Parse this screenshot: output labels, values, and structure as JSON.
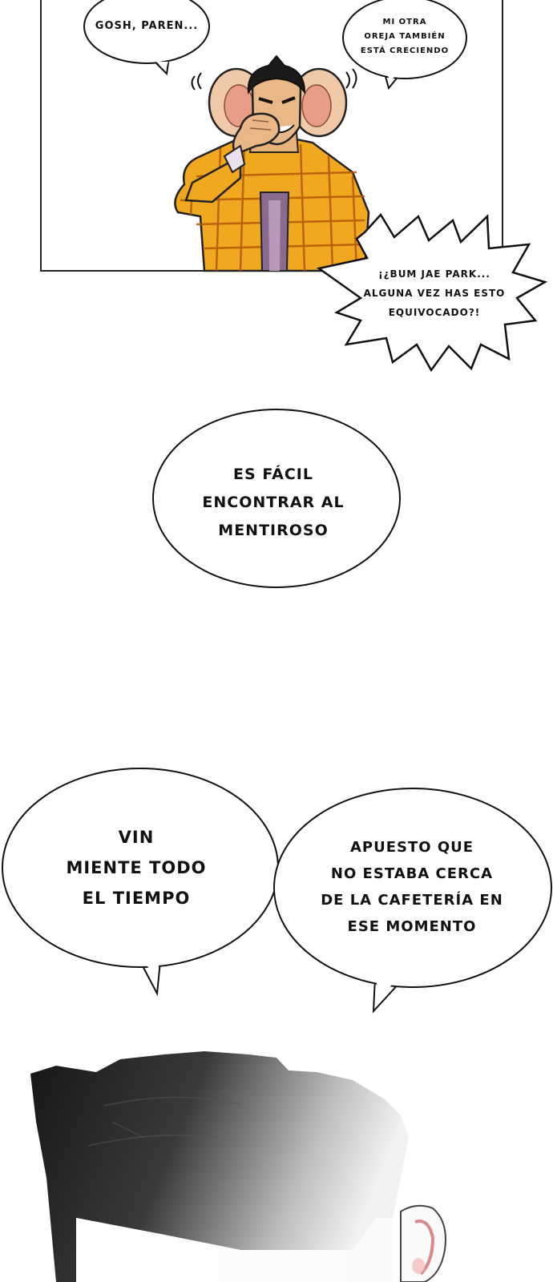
{
  "bubbles": {
    "gosh": "GOSH, PAREN...",
    "ear_1": "MI OTRA",
    "ear_2": "OREJA TAMBIÉN",
    "ear_3": "ESTÁ CRECIENDO",
    "shout_1": "¡¿BUM JAE PARK...",
    "shout_2": "ALGUNA VEZ HAS ESTO",
    "shout_3": "EQUIVOCADO?!",
    "easy_1": "ES FÁCIL",
    "easy_2": "ENCONTRAR AL",
    "easy_3": "MENTIROSO",
    "vin_1": "VIN",
    "vin_2": "MIENTE TODO",
    "vin_3": "EL TIEMPO",
    "bet_1": "APUESTO QUE",
    "bet_2": "NO ESTABA CERCA",
    "bet_3": "DE LA CAFETERÍA EN",
    "bet_4": "ESE MOMENTO"
  }
}
